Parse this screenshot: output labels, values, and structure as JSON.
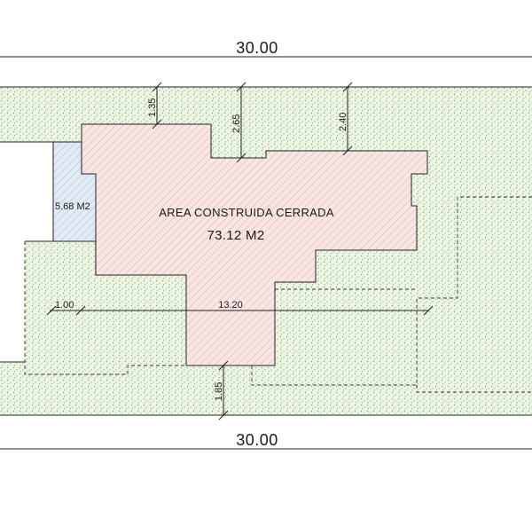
{
  "plan": {
    "top_total_dim": "30.00",
    "bottom_total_dim": "30.00",
    "setback_1": "1.35",
    "setback_2": "2.65",
    "setback_3": "2.40",
    "setback_bottom": "1.85",
    "small_area": "5.68 M2",
    "area_label": "AREA CONSTRUIDA CERRADA",
    "area_value": "73.12 M2",
    "dim_left": "1.00",
    "dim_width": "13.20"
  },
  "colors": {
    "garden_fill": "#eef5e6",
    "garden_dots": "#7fb86a",
    "building_fill": "#f8e6e4",
    "building_hatch": "#e3a39e",
    "annex_fill": "#e2eaf4",
    "annex_hatch": "#9fb6d3"
  }
}
